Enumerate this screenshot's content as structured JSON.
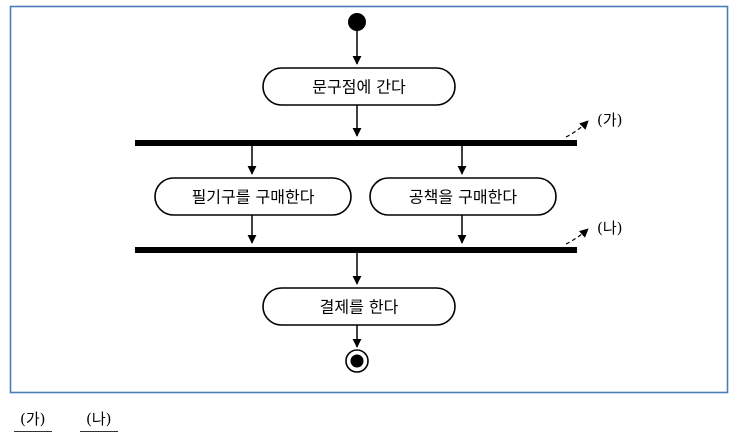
{
  "frame": {
    "border_color": "#4a7ebd"
  },
  "diagram": {
    "type": "uml-activity-diagram",
    "activities": [
      {
        "id": "a1",
        "label": "문구점에 간다"
      },
      {
        "id": "a2",
        "label": "필기구를 구매한다"
      },
      {
        "id": "a3",
        "label": "공책을 구매한다"
      },
      {
        "id": "a4",
        "label": "결제를 한다"
      }
    ],
    "fork_label": "(가)",
    "join_label": "(나)",
    "flow": [
      [
        "start",
        "a1"
      ],
      [
        "a1",
        "fork"
      ],
      [
        "fork",
        "a2"
      ],
      [
        "fork",
        "a3"
      ],
      [
        "a2",
        "join"
      ],
      [
        "a3",
        "join"
      ],
      [
        "join",
        "a4"
      ],
      [
        "a4",
        "end"
      ]
    ]
  },
  "footer": {
    "blank1": "(가)",
    "blank2": "(나)"
  }
}
